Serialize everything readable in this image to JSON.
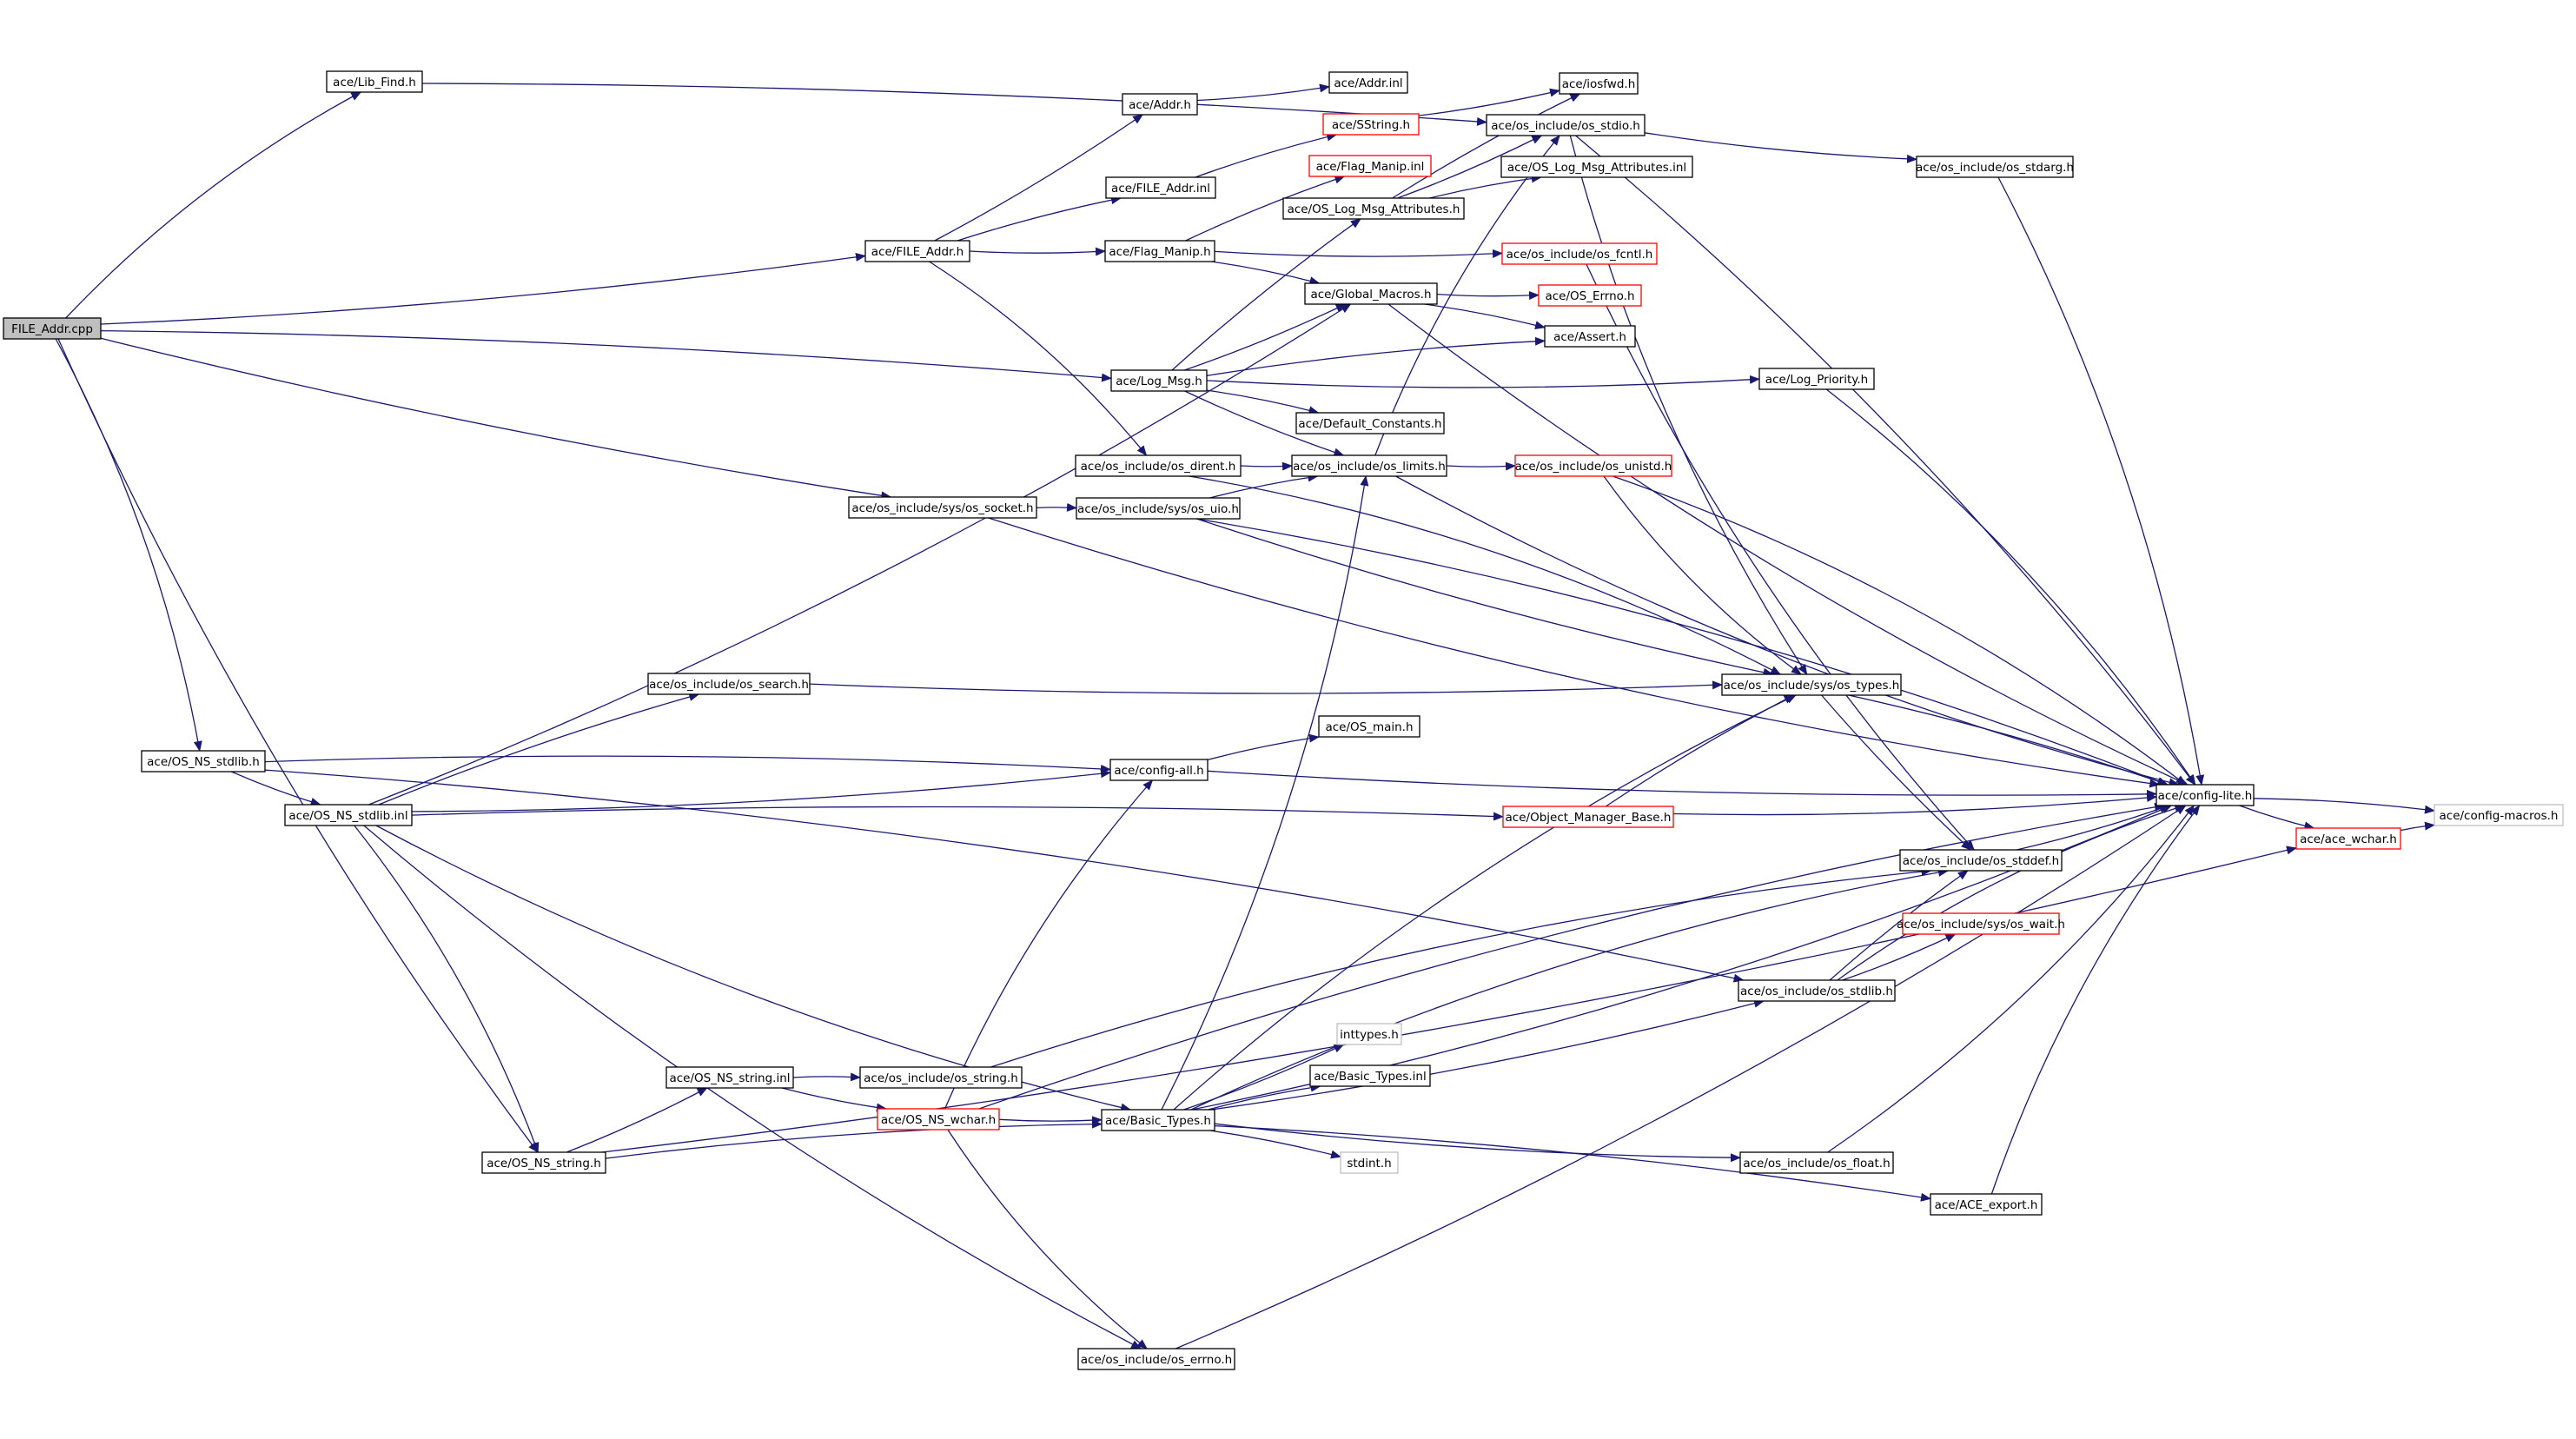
{
  "graph": {
    "colors": {
      "edge": "#191970",
      "node_border": "#000000",
      "node_border_truncated": "#ff0000",
      "node_border_external": "#bfbfbf",
      "root_fill": "#bfbfbf"
    },
    "nodes": [
      {
        "id": "file_addr_cpp",
        "label": "FILE_Addr.cpp",
        "kind": "root"
      },
      {
        "id": "lib_find",
        "label": "ace/Lib_Find.h",
        "kind": "normal"
      },
      {
        "id": "addr_h",
        "label": "ace/Addr.h",
        "kind": "normal"
      },
      {
        "id": "addr_inl",
        "label": "ace/Addr.inl",
        "kind": "normal"
      },
      {
        "id": "iosfwd",
        "label": "ace/iosfwd.h",
        "kind": "normal"
      },
      {
        "id": "sstring",
        "label": "ace/SString.h",
        "kind": "truncated"
      },
      {
        "id": "os_stdio",
        "label": "ace/os_include/os_stdio.h",
        "kind": "normal"
      },
      {
        "id": "flag_manip_inl",
        "label": "ace/Flag_Manip.inl",
        "kind": "truncated"
      },
      {
        "id": "os_log_msg_attr_inl",
        "label": "ace/OS_Log_Msg_Attributes.inl",
        "kind": "normal"
      },
      {
        "id": "os_stdarg",
        "label": "ace/os_include/os_stdarg.h",
        "kind": "normal"
      },
      {
        "id": "file_addr_inl",
        "label": "ace/FILE_Addr.inl",
        "kind": "normal"
      },
      {
        "id": "os_log_msg_attr_h",
        "label": "ace/OS_Log_Msg_Attributes.h",
        "kind": "normal"
      },
      {
        "id": "file_addr_h",
        "label": "ace/FILE_Addr.h",
        "kind": "normal"
      },
      {
        "id": "flag_manip_h",
        "label": "ace/Flag_Manip.h",
        "kind": "normal"
      },
      {
        "id": "os_fcntl",
        "label": "ace/os_include/os_fcntl.h",
        "kind": "truncated"
      },
      {
        "id": "global_macros",
        "label": "ace/Global_Macros.h",
        "kind": "normal"
      },
      {
        "id": "os_errno_h",
        "label": "ace/OS_Errno.h",
        "kind": "truncated"
      },
      {
        "id": "assert_h",
        "label": "ace/Assert.h",
        "kind": "normal"
      },
      {
        "id": "log_msg",
        "label": "ace/Log_Msg.h",
        "kind": "normal"
      },
      {
        "id": "log_priority",
        "label": "ace/Log_Priority.h",
        "kind": "normal"
      },
      {
        "id": "default_constants",
        "label": "ace/Default_Constants.h",
        "kind": "normal"
      },
      {
        "id": "os_dirent",
        "label": "ace/os_include/os_dirent.h",
        "kind": "normal"
      },
      {
        "id": "os_limits",
        "label": "ace/os_include/os_limits.h",
        "kind": "normal"
      },
      {
        "id": "os_unistd",
        "label": "ace/os_include/os_unistd.h",
        "kind": "truncated"
      },
      {
        "id": "os_socket",
        "label": "ace/os_include/sys/os_socket.h",
        "kind": "normal"
      },
      {
        "id": "os_uio",
        "label": "ace/os_include/sys/os_uio.h",
        "kind": "normal"
      },
      {
        "id": "os_search",
        "label": "ace/os_include/os_search.h",
        "kind": "normal"
      },
      {
        "id": "os_types",
        "label": "ace/os_include/sys/os_types.h",
        "kind": "normal"
      },
      {
        "id": "os_main",
        "label": "ace/OS_main.h",
        "kind": "normal"
      },
      {
        "id": "os_ns_stdlib_h",
        "label": "ace/OS_NS_stdlib.h",
        "kind": "normal"
      },
      {
        "id": "config_all",
        "label": "ace/config-all.h",
        "kind": "normal"
      },
      {
        "id": "config_lite",
        "label": "ace/config-lite.h",
        "kind": "normal"
      },
      {
        "id": "config_macros",
        "label": "ace/config-macros.h",
        "kind": "external"
      },
      {
        "id": "os_ns_stdlib_inl",
        "label": "ace/OS_NS_stdlib.inl",
        "kind": "normal"
      },
      {
        "id": "object_manager_base",
        "label": "ace/Object_Manager_Base.h",
        "kind": "truncated"
      },
      {
        "id": "ace_wchar",
        "label": "ace/ace_wchar.h",
        "kind": "truncated"
      },
      {
        "id": "os_stddef",
        "label": "ace/os_include/os_stddef.h",
        "kind": "normal"
      },
      {
        "id": "os_wait",
        "label": "ace/os_include/sys/os_wait.h",
        "kind": "truncated"
      },
      {
        "id": "os_stdlib",
        "label": "ace/os_include/os_stdlib.h",
        "kind": "normal"
      },
      {
        "id": "inttypes",
        "label": "inttypes.h",
        "kind": "external"
      },
      {
        "id": "os_ns_string_inl",
        "label": "ace/OS_NS_string.inl",
        "kind": "normal"
      },
      {
        "id": "os_string",
        "label": "ace/os_include/os_string.h",
        "kind": "normal"
      },
      {
        "id": "basic_types_inl",
        "label": "ace/Basic_Types.inl",
        "kind": "normal"
      },
      {
        "id": "os_ns_wchar",
        "label": "ace/OS_NS_wchar.h",
        "kind": "truncated"
      },
      {
        "id": "basic_types_h",
        "label": "ace/Basic_Types.h",
        "kind": "normal"
      },
      {
        "id": "os_ns_string_h",
        "label": "ace/OS_NS_string.h",
        "kind": "normal"
      },
      {
        "id": "stdint",
        "label": "stdint.h",
        "kind": "external"
      },
      {
        "id": "os_float",
        "label": "ace/os_include/os_float.h",
        "kind": "normal"
      },
      {
        "id": "ace_export",
        "label": "ace/ACE_export.h",
        "kind": "normal"
      },
      {
        "id": "os_errno_inc",
        "label": "ace/os_include/os_errno.h",
        "kind": "normal"
      }
    ],
    "edges": [
      [
        "file_addr_cpp",
        "lib_find"
      ],
      [
        "file_addr_cpp",
        "file_addr_h"
      ],
      [
        "file_addr_cpp",
        "log_msg"
      ],
      [
        "file_addr_cpp",
        "os_socket"
      ],
      [
        "file_addr_cpp",
        "os_ns_stdlib_h"
      ],
      [
        "file_addr_cpp",
        "os_ns_string_h"
      ],
      [
        "lib_find",
        "os_stdio"
      ],
      [
        "file_addr_h",
        "addr_h"
      ],
      [
        "file_addr_h",
        "file_addr_inl"
      ],
      [
        "file_addr_h",
        "flag_manip_h"
      ],
      [
        "file_addr_h",
        "os_dirent"
      ],
      [
        "addr_h",
        "addr_inl"
      ],
      [
        "file_addr_inl",
        "sstring"
      ],
      [
        "sstring",
        "iosfwd"
      ],
      [
        "flag_manip_h",
        "flag_manip_inl"
      ],
      [
        "flag_manip_h",
        "os_fcntl"
      ],
      [
        "flag_manip_h",
        "global_macros"
      ],
      [
        "global_macros",
        "os_errno_h"
      ],
      [
        "global_macros",
        "assert_h"
      ],
      [
        "global_macros",
        "config_lite"
      ],
      [
        "os_log_msg_attr_h",
        "iosfwd"
      ],
      [
        "os_log_msg_attr_h",
        "os_stdio"
      ],
      [
        "os_log_msg_attr_h",
        "os_log_msg_attr_inl"
      ],
      [
        "os_stdio",
        "os_stdarg"
      ],
      [
        "os_stdio",
        "config_lite"
      ],
      [
        "os_stdio",
        "os_types"
      ],
      [
        "os_stdarg",
        "config_lite"
      ],
      [
        "os_fcntl",
        "os_stddef"
      ],
      [
        "log_msg",
        "os_log_msg_attr_h"
      ],
      [
        "log_msg",
        "global_macros"
      ],
      [
        "log_msg",
        "assert_h"
      ],
      [
        "log_msg",
        "log_priority"
      ],
      [
        "log_msg",
        "default_constants"
      ],
      [
        "log_msg",
        "os_limits"
      ],
      [
        "log_priority",
        "config_lite"
      ],
      [
        "os_dirent",
        "os_limits"
      ],
      [
        "os_dirent",
        "os_types"
      ],
      [
        "os_limits",
        "os_unistd"
      ],
      [
        "os_limits",
        "os_stdio"
      ],
      [
        "os_limits",
        "config_lite"
      ],
      [
        "os_unistd",
        "config_lite"
      ],
      [
        "os_unistd",
        "os_types"
      ],
      [
        "os_socket",
        "os_uio"
      ],
      [
        "os_socket",
        "config_lite"
      ],
      [
        "os_uio",
        "os_limits"
      ],
      [
        "os_uio",
        "os_types"
      ],
      [
        "os_uio",
        "config_lite"
      ],
      [
        "os_search",
        "os_types"
      ],
      [
        "os_types",
        "config_lite"
      ],
      [
        "os_types",
        "os_stddef"
      ],
      [
        "os_ns_stdlib_h",
        "config_all"
      ],
      [
        "os_ns_stdlib_h",
        "os_ns_stdlib_inl"
      ],
      [
        "os_ns_stdlib_h",
        "os_stdlib"
      ],
      [
        "os_ns_stdlib_inl",
        "global_macros"
      ],
      [
        "os_ns_stdlib_inl",
        "os_search"
      ],
      [
        "os_ns_stdlib_inl",
        "config_all"
      ],
      [
        "os_ns_stdlib_inl",
        "object_manager_base"
      ],
      [
        "os_ns_stdlib_inl",
        "basic_types_h"
      ],
      [
        "os_ns_stdlib_inl",
        "os_ns_string_h"
      ],
      [
        "os_ns_stdlib_inl",
        "os_errno_inc"
      ],
      [
        "config_all",
        "os_main"
      ],
      [
        "config_all",
        "config_lite"
      ],
      [
        "object_manager_base",
        "os_types"
      ],
      [
        "object_manager_base",
        "config_lite"
      ],
      [
        "config_lite",
        "config_macros"
      ],
      [
        "config_lite",
        "ace_wchar"
      ],
      [
        "ace_wchar",
        "config_macros"
      ],
      [
        "os_stddef",
        "config_lite"
      ],
      [
        "os_stdlib",
        "os_stddef"
      ],
      [
        "os_stdlib",
        "os_wait"
      ],
      [
        "os_stdlib",
        "config_lite"
      ],
      [
        "os_ns_string_h",
        "os_ns_string_inl"
      ],
      [
        "os_ns_string_h",
        "basic_types_h"
      ],
      [
        "os_ns_string_h",
        "ace_wchar"
      ],
      [
        "os_ns_string_inl",
        "os_string"
      ],
      [
        "os_ns_string_inl",
        "os_ns_wchar"
      ],
      [
        "os_string",
        "os_stddef"
      ],
      [
        "os_ns_wchar",
        "basic_types_h"
      ],
      [
        "os_ns_wchar",
        "config_all"
      ],
      [
        "os_ns_wchar",
        "os_errno_inc"
      ],
      [
        "os_ns_wchar",
        "config_lite"
      ],
      [
        "basic_types_h",
        "os_limits"
      ],
      [
        "basic_types_h",
        "os_types"
      ],
      [
        "basic_types_h",
        "inttypes"
      ],
      [
        "basic_types_h",
        "basic_types_inl"
      ],
      [
        "basic_types_h",
        "os_stdlib"
      ],
      [
        "basic_types_h",
        "stdint"
      ],
      [
        "basic_types_h",
        "os_float"
      ],
      [
        "basic_types_h",
        "ace_export"
      ],
      [
        "basic_types_h",
        "config_lite"
      ],
      [
        "basic_types_h",
        "os_stddef"
      ],
      [
        "os_float",
        "config_lite"
      ],
      [
        "ace_export",
        "config_lite"
      ],
      [
        "os_errno_inc",
        "config_lite"
      ]
    ]
  }
}
